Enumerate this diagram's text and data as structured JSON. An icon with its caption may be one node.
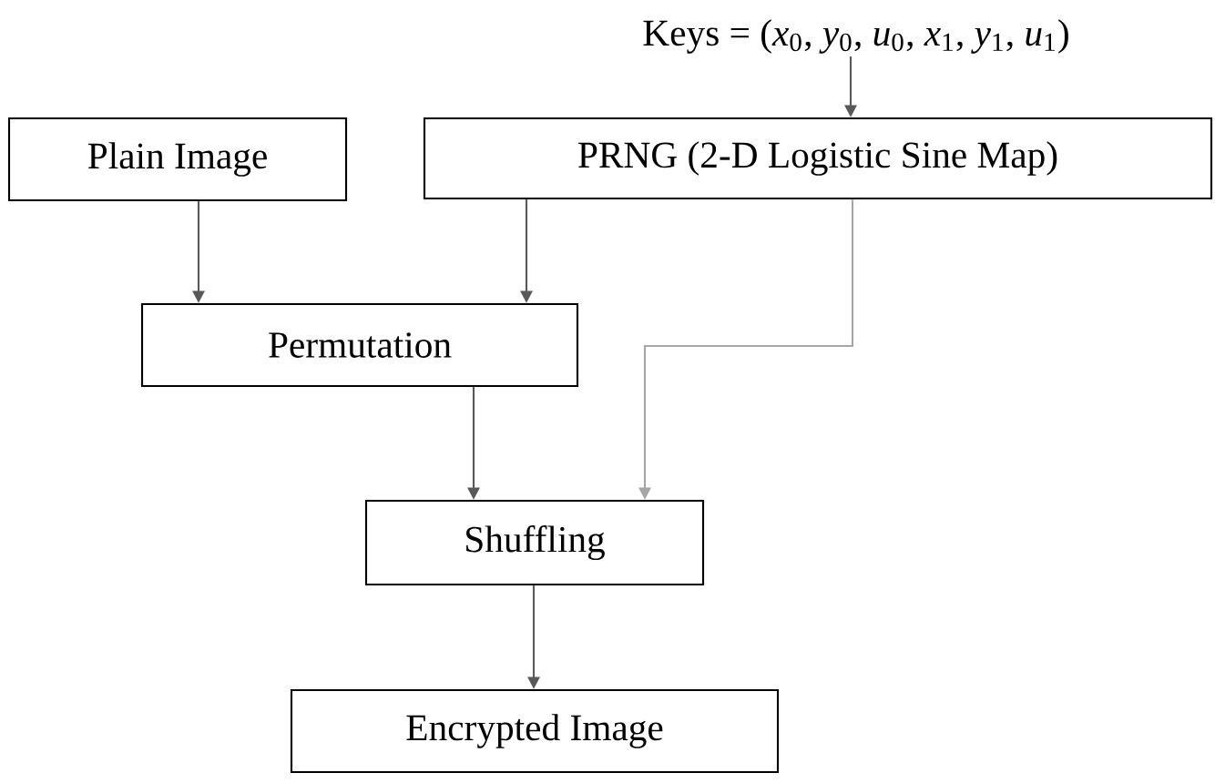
{
  "diagram": {
    "nodes": [
      {
        "text": [
          "Keys = (*x*$_{0}$, *y*$_{0}$, *u*$_{0}$, *x*$_{1}$, *y*$_{1}$, *u*$_{1}$)"
        ]
      },
      {
        "text": [
          "Plain Image"
        ]
      },
      {
        "text": [
          "PRNG (2-D Logistic Sine Map)"
        ]
      },
      {
        "text": [
          "Permutation"
        ]
      },
      {
        "text": [
          "Shuffling"
        ]
      },
      {
        "text": [
          "Encrypted Image"
        ]
      }
    ],
    "edges": [
      {
        "from": 0,
        "to": 2,
        "arrow": "to"
      },
      {
        "from": 1,
        "to": 3,
        "arrow": "to"
      },
      {
        "from": 2,
        "to": 3,
        "arrow": "to"
      },
      {
        "from": 3,
        "to": 4,
        "arrow": "to"
      },
      {
        "from": 2,
        "to": 4,
        "arrow": "to",
        "color": "#a6a6a6"
      },
      {
        "from": 4,
        "to": 5,
        "arrow": "to"
      }
    ]
  }
}
